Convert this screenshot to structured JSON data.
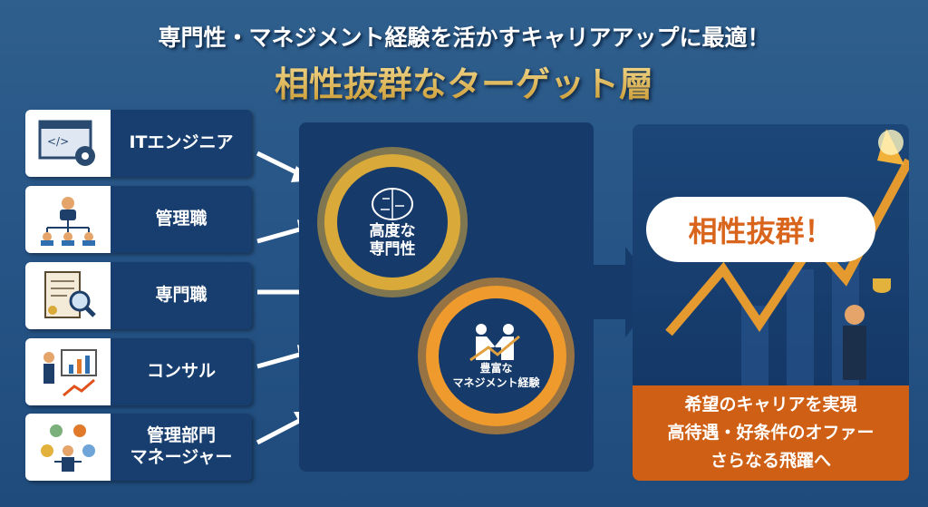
{
  "header": {
    "subtitle": "専門性・マネジメント経験を活かすキャリアアップに最適！",
    "title": "相性抜群なターゲット層"
  },
  "targets": [
    {
      "label": "ITエンジニア",
      "icon": "code-window-gear-icon"
    },
    {
      "label": "管理職",
      "icon": "org-chart-icon"
    },
    {
      "label": "専門職",
      "icon": "document-magnifier-icon"
    },
    {
      "label": "コンサル",
      "icon": "presentation-chart-icon"
    },
    {
      "label": "管理部門\nマネージャー",
      "icon": "manager-balance-icon"
    }
  ],
  "gears": {
    "expertise": "高度な\n専門性",
    "management": "豊富な\nマネジメント経験"
  },
  "result": {
    "bubble": "相性抜群！",
    "lines": [
      "希望のキャリアを実現",
      "高待遇・好条件のオファー",
      "さらなる飛躍へ"
    ]
  },
  "colors": {
    "navy": "#163a6a",
    "gold": "#d9a93a",
    "orange": "#cf5f14"
  }
}
